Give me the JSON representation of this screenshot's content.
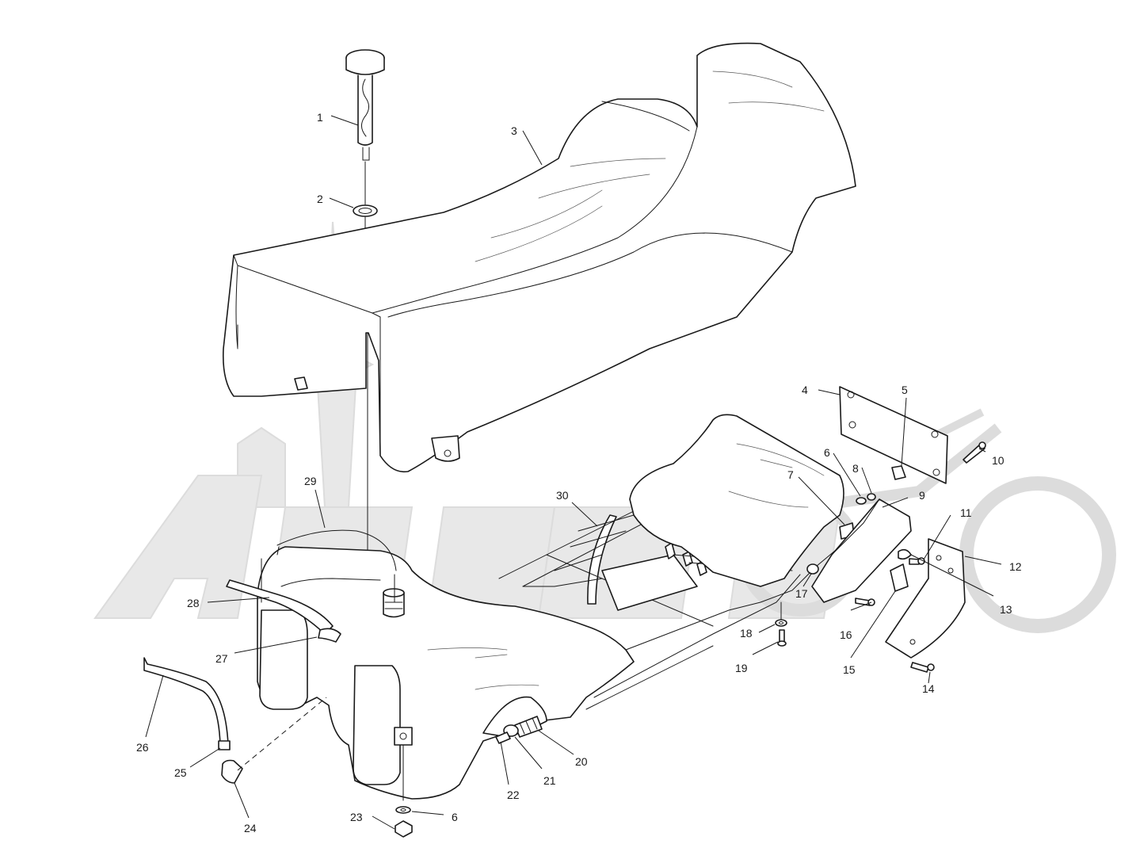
{
  "diagram": {
    "callouts": [
      {
        "label": "1"
      },
      {
        "label": "2"
      },
      {
        "label": "3"
      },
      {
        "label": "4"
      },
      {
        "label": "5"
      },
      {
        "label": "6"
      },
      {
        "label": "7"
      },
      {
        "label": "8"
      },
      {
        "label": "9"
      },
      {
        "label": "10"
      },
      {
        "label": "11"
      },
      {
        "label": "12"
      },
      {
        "label": "13"
      },
      {
        "label": "14"
      },
      {
        "label": "15"
      },
      {
        "label": "16"
      },
      {
        "label": "17"
      },
      {
        "label": "18"
      },
      {
        "label": "19"
      },
      {
        "label": "20"
      },
      {
        "label": "21"
      },
      {
        "label": "22"
      },
      {
        "label": "23"
      },
      {
        "label": "6"
      },
      {
        "label": "24"
      },
      {
        "label": "25"
      },
      {
        "label": "26"
      },
      {
        "label": "27"
      },
      {
        "label": "28"
      },
      {
        "label": "29"
      },
      {
        "label": "30"
      }
    ],
    "watermark_icon": "castle-motorcycle-logo",
    "line_color": "#1a1a1a",
    "watermark_color": "#e6e6e6"
  }
}
